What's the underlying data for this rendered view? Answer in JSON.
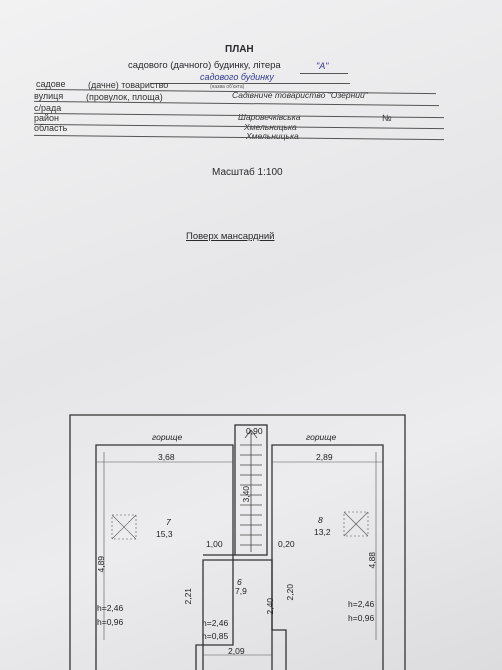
{
  "header": {
    "title": "ПЛАН",
    "subtitle": "садового (дачного) будинку, літера",
    "litera": "\"А\"",
    "object_name": "садового будинку",
    "object_hint": "(назва об'єкта)"
  },
  "fields": [
    {
      "label": "садове",
      "prefix": "(дачне) товариство",
      "value": "Садівниче товариство \"Озерний\""
    },
    {
      "label": "вулиця",
      "prefix": "(провулок, площа)",
      "value": ""
    },
    {
      "label": "с/рада",
      "prefix": "",
      "value": "Шаровечківська"
    },
    {
      "label": "район",
      "prefix": "",
      "value": "Хмельницька",
      "suffix": "№"
    },
    {
      "label": "область",
      "prefix": "",
      "value": "Хмельницька"
    }
  ],
  "scale": "Масштаб 1:100",
  "floor": "Поверх мансардний",
  "plan": {
    "rooms": [
      {
        "attic": "горище",
        "width": "3,68",
        "number": "7",
        "area": "15,3",
        "depth": "4,89",
        "h1": "h=2,46",
        "h2": "h=0,96"
      },
      {
        "attic": "горище",
        "width": "2,89",
        "number": "8",
        "area": "13,2",
        "depth": "4,88",
        "h1": "h=2,46",
        "h2": "h=0,96"
      }
    ],
    "stair": {
      "width": "0,90",
      "length": "3,40"
    },
    "hall": {
      "number": "6",
      "area": "7,9",
      "left": "2,21",
      "mid": "2,40",
      "right": "2,20",
      "bottom": "2,09",
      "h1": "h=2,46",
      "h2": "h=0,85"
    },
    "dims": {
      "left_step": "1,00",
      "right_step": "0,20"
    }
  }
}
